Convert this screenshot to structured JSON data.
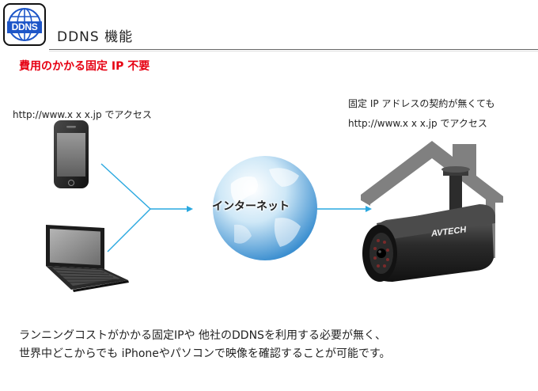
{
  "header": {
    "logo_text": "DDNS",
    "title": "DDNS 機能"
  },
  "tagline": "費用のかかる固定 IP 不要",
  "captions": {
    "left": "http://www.x x x.jp でアクセス",
    "right_line1": "固定 IP アドレスの契約が無くても",
    "right_line2": "http://www.x x x.jp でアクセス"
  },
  "globe_label": "インターネット",
  "camera_brand": "AVTECH",
  "footer": {
    "line1": "ランニングコストがかかる固定IPや 他社のDDNSを利用する必要が無く、",
    "line2": "世界中どこからでも iPhoneやパソコンで映像を確認することが可能です。"
  },
  "colors": {
    "tagline": "#e60012",
    "logo_blue": "#1e56c8",
    "arrow": "#29a8e0",
    "house_outline": "#7a7a7a"
  },
  "icons": {
    "logo": "globe-icon",
    "device_top": "smartphone-icon",
    "device_bottom": "laptop-icon",
    "center": "globe-icon",
    "destination": "house-icon",
    "camera": "security-camera-icon"
  }
}
